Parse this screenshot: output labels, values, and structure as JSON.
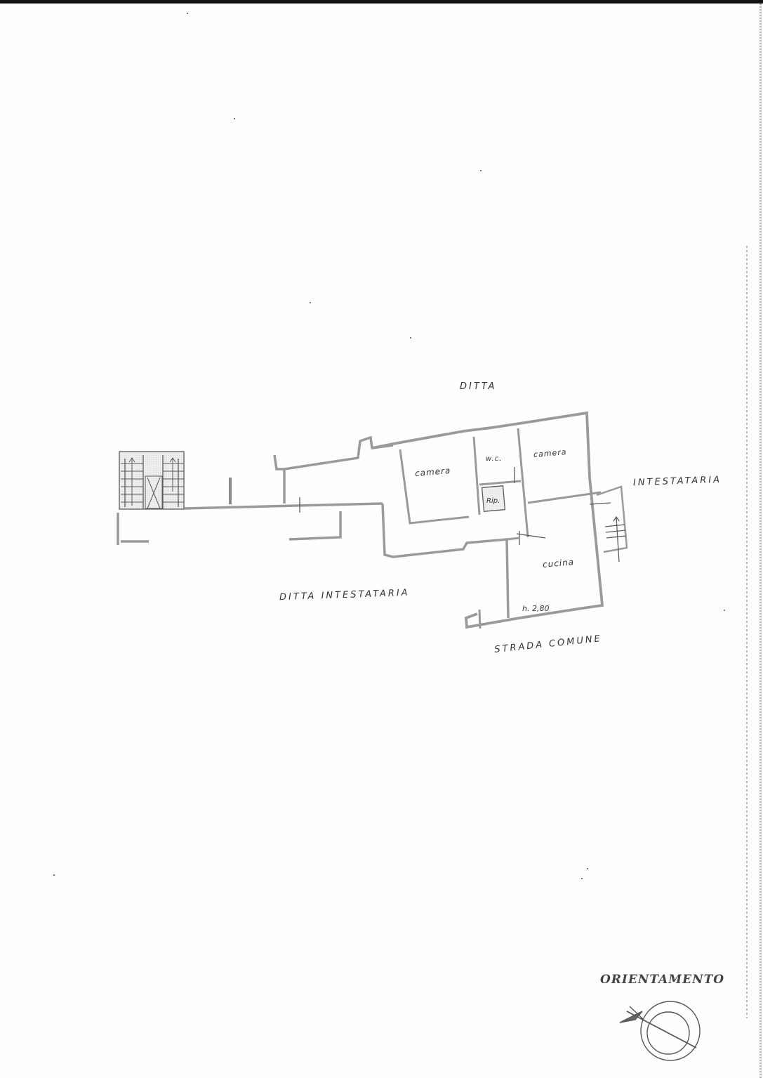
{
  "document": {
    "type": "cadastral floor plan",
    "neighbours": {
      "north": "DITTA",
      "east": "INTESTATARIA",
      "south_west": "DITTA  INTESTATARIA",
      "south": "STRADA COMUNE"
    },
    "rooms": [
      {
        "label": "camera",
        "name": "camera-left"
      },
      {
        "label": "w.c.",
        "name": "wc"
      },
      {
        "label": "Rip.",
        "name": "ripostiglio"
      },
      {
        "label": "camera",
        "name": "camera-right"
      },
      {
        "label": "cucina",
        "name": "cucina"
      }
    ],
    "height_note": "h. 2,80",
    "orientation_label": "ORIENTAMENTO",
    "colors": {
      "wall": "#555555",
      "wall_fill": "#bdbdbd",
      "text": "#333333",
      "paper": "#fefefe",
      "border": "#111111"
    }
  }
}
